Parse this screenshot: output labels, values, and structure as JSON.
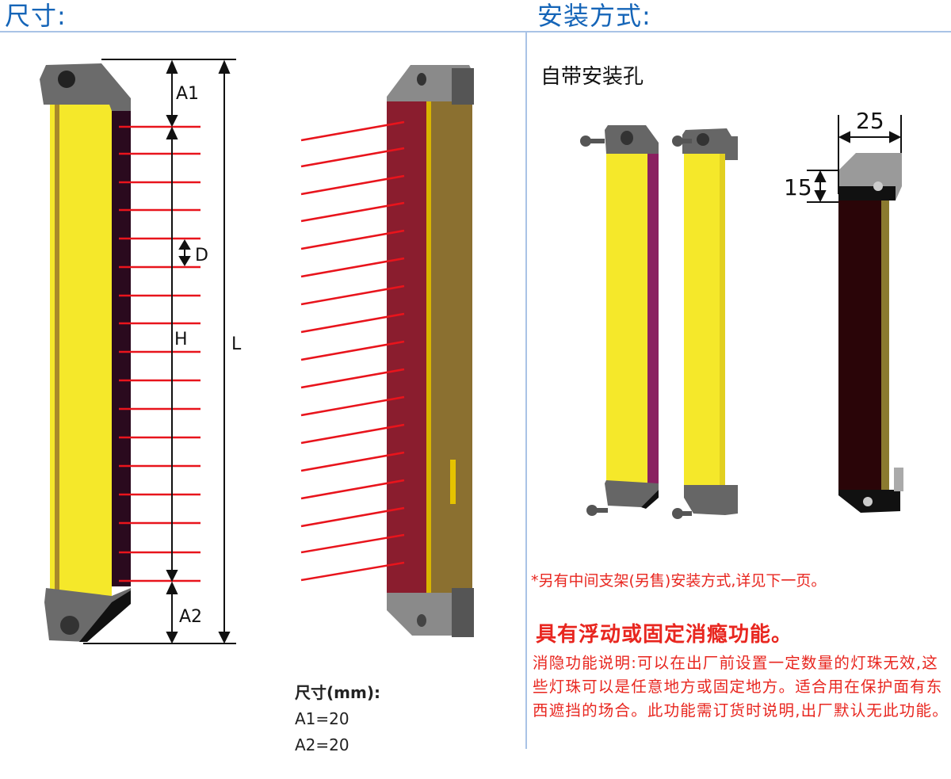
{
  "left_section": {
    "title": "尺寸:",
    "diagram_labels": {
      "a1": "A1",
      "d": "D",
      "h": "H",
      "l": "L",
      "a2": "A2"
    },
    "dimensions": {
      "heading": "尺寸(mm):",
      "a1": "A1=20",
      "a2": "A2=20"
    }
  },
  "right_section": {
    "title": "安装方式:",
    "subheading": "自带安装孔",
    "bracket_dims": {
      "width": "25",
      "height": "15"
    },
    "note": "*另有中间支架(另售)安装方式,详见下一页。",
    "feature_title": "具有浮动或固定消瘾功能。",
    "feature_desc": "消隐功能说明:可以在出厂前设置一定数量的灯珠无效,这些灯珠可以是任意地方或固定地方。适合用在保护面有东西遮挡的场合。此功能需订货时说明,出厂默认无此功能。"
  },
  "colors": {
    "title_blue": "#1565b8",
    "divider": "#a9c3e6",
    "accent_red": "#e8261f",
    "housing_yellow": "#f5e82a",
    "lens_dark": "#2a0a1e",
    "cap_gray": "#6b6b6b",
    "beam_red": "#e8141c"
  }
}
